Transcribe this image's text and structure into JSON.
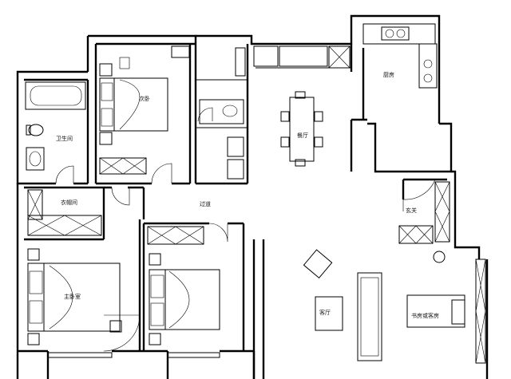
{
  "plan": {
    "rooms": {
      "second_bedroom": "次卧",
      "bathroom": "卫生间",
      "dining": "餐厅",
      "kitchen": "厨房",
      "walk_in_closet": "衣帽间",
      "corridor": "过道",
      "entrance": "玄关",
      "master_bedroom": "主卧室",
      "living_room": "客厅",
      "study": "书房或客房"
    }
  }
}
